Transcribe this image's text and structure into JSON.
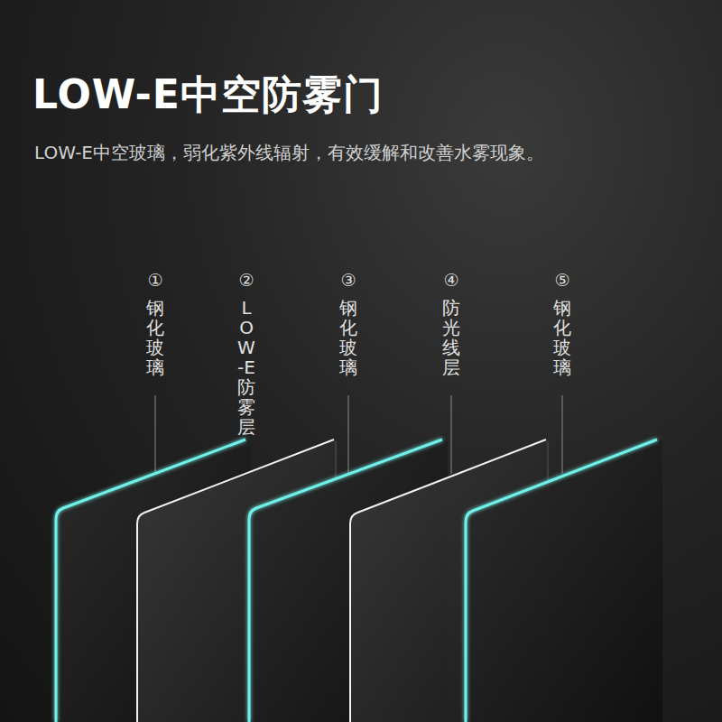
{
  "diagram": {
    "title": "LOW-E中空防雾门",
    "labels": [
      "LOW-E中空玻璃，弱化紫外线辐射，有效缓解和改善水雾现象。",
      "①",
      "钢化玻璃",
      "②",
      "LOW-E防雾层",
      "③",
      "钢化玻璃",
      "④",
      "防光线层",
      "⑤",
      "钢化玻璃"
    ]
  }
}
